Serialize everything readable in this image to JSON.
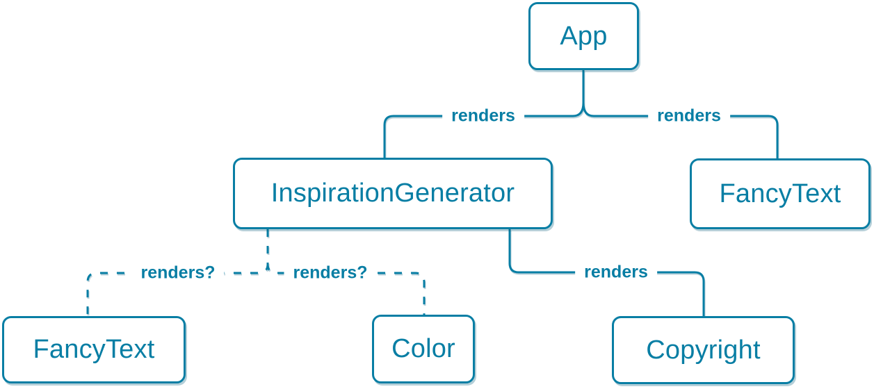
{
  "diagram": {
    "type": "component-render-tree",
    "colors": {
      "stroke": "#087ea4",
      "node_text": "#087ea4",
      "node_background": "#ffffff",
      "page_background": "#ffffff"
    },
    "nodes": [
      {
        "id": "app",
        "label": "App"
      },
      {
        "id": "inspiration-generator",
        "label": "InspirationGenerator"
      },
      {
        "id": "fancy-text-top",
        "label": "FancyText"
      },
      {
        "id": "fancy-text-bottom",
        "label": "FancyText"
      },
      {
        "id": "color",
        "label": "Color"
      },
      {
        "id": "copyright",
        "label": "Copyright"
      }
    ],
    "edges": [
      {
        "from": "app",
        "to": "inspiration-generator",
        "label": "renders",
        "style": "solid"
      },
      {
        "from": "app",
        "to": "fancy-text-top",
        "label": "renders",
        "style": "solid"
      },
      {
        "from": "inspiration-generator",
        "to": "fancy-text-bottom",
        "label": "renders?",
        "style": "dashed"
      },
      {
        "from": "inspiration-generator",
        "to": "color",
        "label": "renders?",
        "style": "dashed"
      },
      {
        "from": "inspiration-generator",
        "to": "copyright",
        "label": "renders",
        "style": "solid"
      }
    ]
  }
}
